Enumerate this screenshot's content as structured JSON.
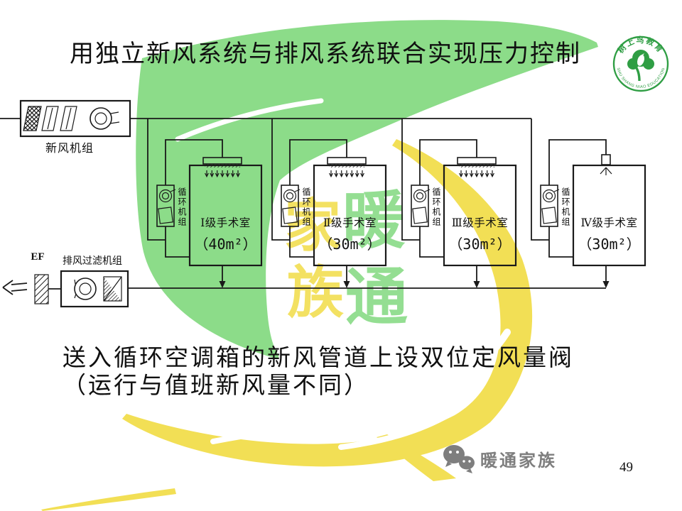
{
  "slide": {
    "title": "用独立新风系统与排风系统联合实现压力控制",
    "caption_line1": "送入循环空调箱的新风管道上设双位定风量阀",
    "caption_line2": "（运行与值班新风量不同）",
    "page_number": "49"
  },
  "diagram": {
    "fresh_air_unit_label": "新风机组",
    "exhaust_fan_tag": "EF",
    "exhaust_unit_label": "排风过滤机组",
    "circulation_unit_label": "循环机组",
    "rooms": [
      {
        "name": "Ⅰ级手术室",
        "area": "（40m²）"
      },
      {
        "name": "Ⅱ级手术室",
        "area": "（30m²）"
      },
      {
        "name": "Ⅲ级手术室",
        "area": "（30m²）"
      },
      {
        "name": "Ⅳ级手术室",
        "area": "（30m²）"
      }
    ]
  },
  "watermark": {
    "chars": [
      "家",
      "暖",
      "族",
      "通"
    ],
    "brand": "暖通家族"
  },
  "logo_stamp": {
    "top_text": "树上鸟教育",
    "bottom_text": "SHU SHANG NIAO EDUCATION"
  },
  "icons": {
    "brand_icon": "wechat-bubbles-icon",
    "stamp_icon": "tree-bird-stamp-icon"
  },
  "colors": {
    "swirl_green": "#8cdc89",
    "swirl_yellow": "#f2df55",
    "logo_green": "#2f9e44",
    "brand_gray": "#7e7e7e",
    "ink": "#1a1a1a"
  }
}
